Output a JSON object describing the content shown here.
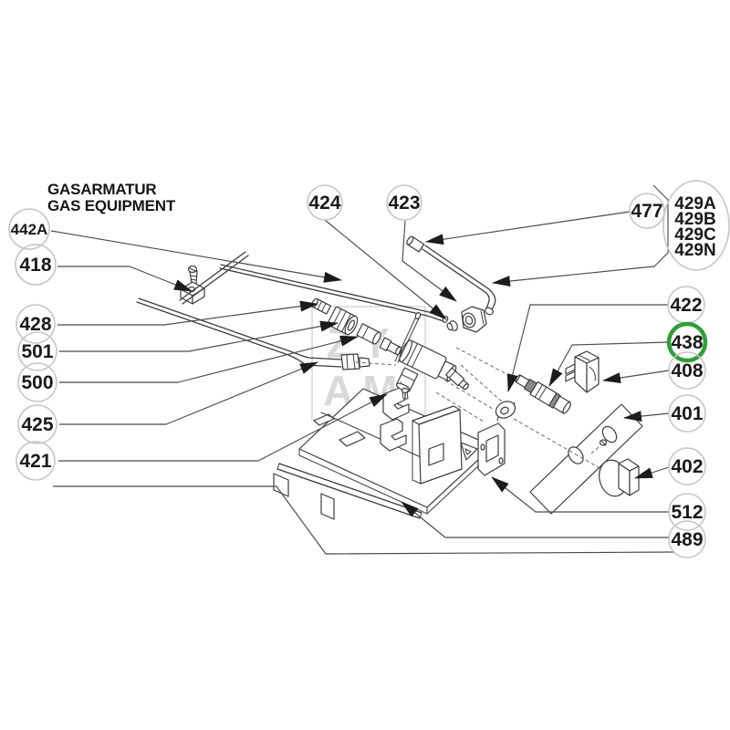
{
  "diagram": {
    "title_line1": "GASARMATUR",
    "title_line2": "GAS EQUIPMENT",
    "highlighted_part": "438",
    "watermark_line1": "ZY",
    "watermark_line2": "AM"
  },
  "colors": {
    "background": "#ffffff",
    "drawing_line": "#3c3c3c",
    "leader_line": "#4b4b4b",
    "arrow_fill": "#1c1c1c",
    "balloon_stroke": "#c6c6c6",
    "label_text": "#1a1a1a",
    "highlight_ring": "#2f9e38",
    "watermark": "#d9d9d9"
  },
  "part_labels": {
    "p442A": "442A",
    "p418": "418",
    "p428": "428",
    "p501": "501",
    "p500": "500",
    "p425": "425",
    "p421": "421",
    "p424": "424",
    "p423": "423",
    "p477": "477",
    "p422": "422",
    "p438": "438",
    "p408": "408",
    "p401": "401",
    "p402": "402",
    "p512": "512",
    "p489": "489"
  },
  "variant_labels": {
    "v1": "429A",
    "v2": "429B",
    "v3": "429C",
    "v4": "429N"
  }
}
